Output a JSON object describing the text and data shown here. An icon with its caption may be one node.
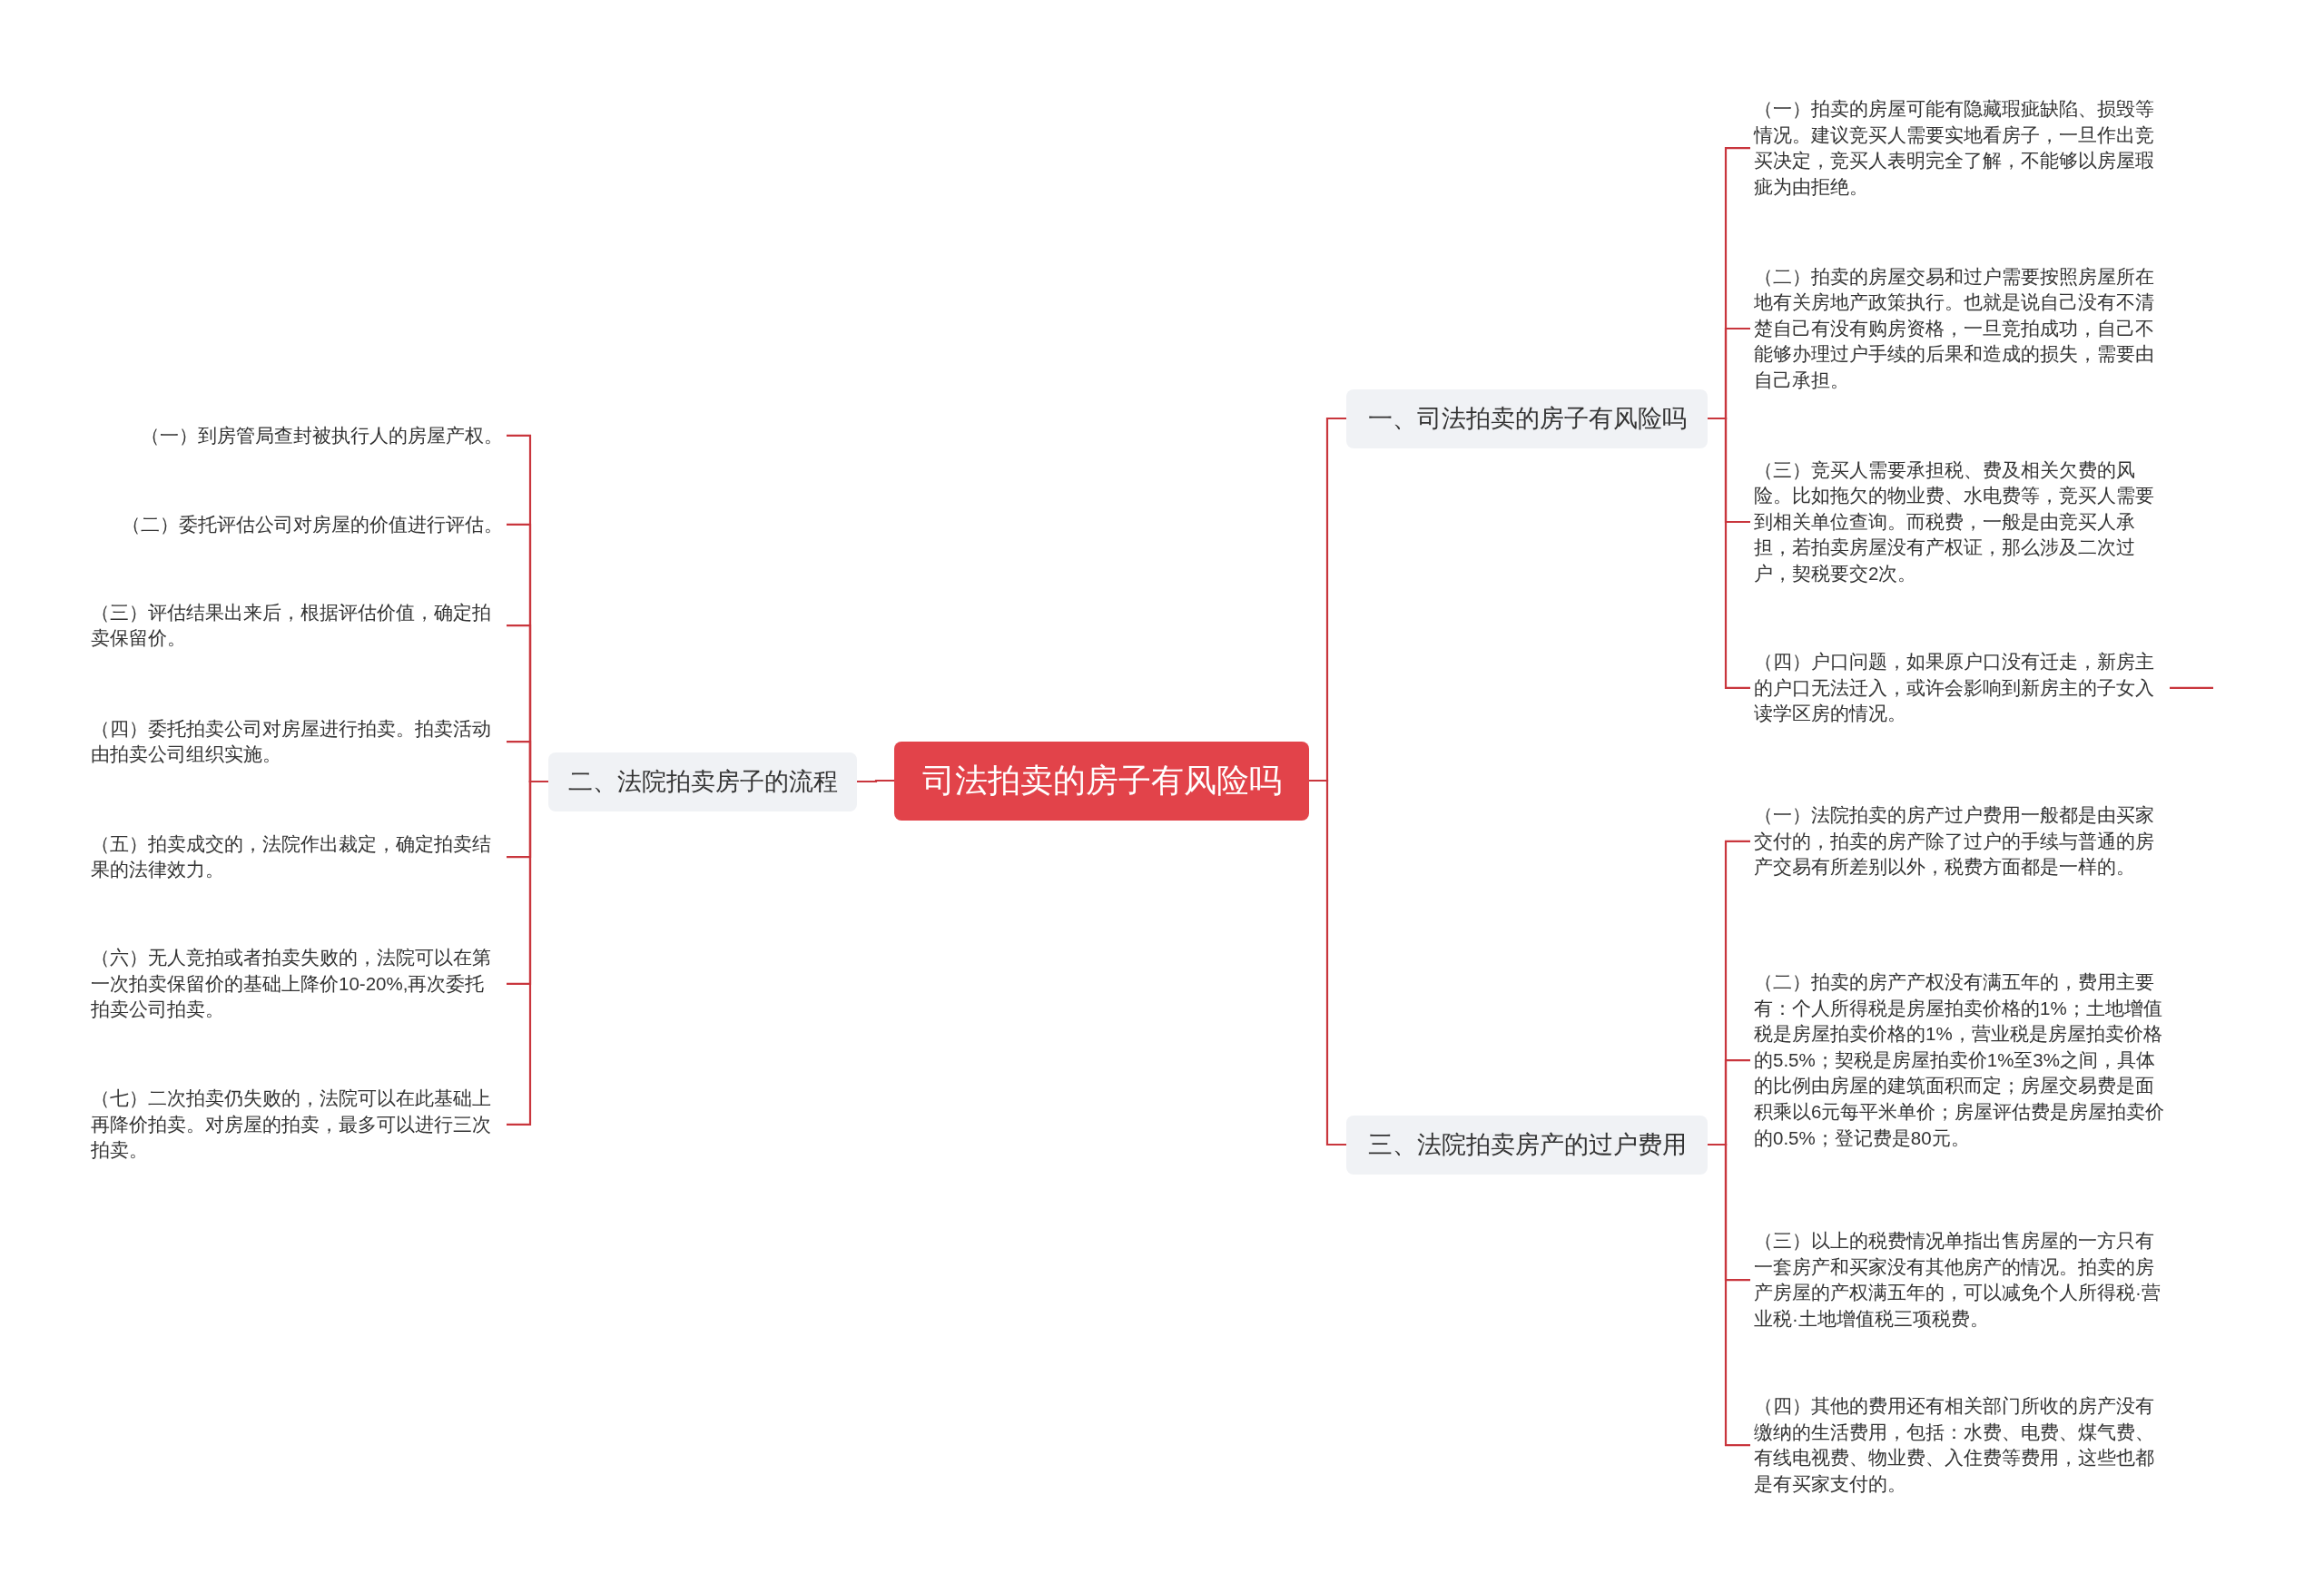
{
  "diagram": {
    "nodes": [
      {
        "text": [
          "司法拍卖的房子有风险吗"
        ]
      },
      {
        "text": [
          "一、司法拍卖的房子有风险吗"
        ]
      },
      {
        "text": [
          "（一）拍卖的房屋可能有隐藏瑕疵缺陷、损毁等情况。建议竞买人需要实地看房子，一旦作出竞买决定，竞买人表明完全了解，不能够以房屋瑕疵为由拒绝。"
        ]
      },
      {
        "text": [
          "（二）拍卖的房屋交易和过户需要按照房屋所在地有关房地产政策执行。也就是说自己没有不清楚自己有没有购房资格，一旦竞拍成功，自己不能够办理过户手续的后果和造成的损失，需要由自己承担。"
        ]
      },
      {
        "text": [
          "（三）竞买人需要承担税、费及相关欠费的风险。比如拖欠的物业费、水电费等，竞买人需要到相关单位查询。而税费，一般是由竞买人承担，若拍卖房屋没有产权证，那么涉及二次过户，契税要交2次。"
        ]
      },
      {
        "text": [
          "（四）户口问题，如果原户口没有迁走，新房主的户口无法迁入，或许会影响到新房主的子女入读学区房的情况。"
        ]
      },
      {
        "text": [
          "二、法院拍卖房子的流程"
        ]
      },
      {
        "text": [
          "（一）到房管局查封被执行人的房屋产权。"
        ]
      },
      {
        "text": [
          "（二）委托评估公司对房屋的价值进行评估。"
        ]
      },
      {
        "text": [
          "（三）评估结果出来后，根据评估价值，确定拍卖保留价。"
        ]
      },
      {
        "text": [
          "（四）委托拍卖公司对房屋进行拍卖。拍卖活动由拍卖公司组织实施。"
        ]
      },
      {
        "text": [
          "（五）拍卖成交的，法院作出裁定，确定拍卖结果的法律效力。"
        ]
      },
      {
        "text": [
          "（六）无人竞拍或者拍卖失败的，法院可以在第一次拍卖保留价的基础上降价10-20%,再次委托拍卖公司拍卖。"
        ]
      },
      {
        "text": [
          "（七）二次拍卖仍失败的，法院可以在此基础上再降价拍卖。对房屋的拍卖，最多可以进行三次拍卖。"
        ]
      },
      {
        "text": [
          "三、法院拍卖房产的过户费用"
        ]
      },
      {
        "text": [
          "（一）法院拍卖的房产过户费用一般都是由买家交付的，拍卖的房产除了过户的手续与普通的房产交易有所差别以外，税费方面都是一样的。"
        ]
      },
      {
        "text": [
          "（二）拍卖的房产产权没有满五年的，费用主要有：个人所得税是房屋拍卖价格的1%；土地增值税是房屋拍卖价格的1%，营业税是房屋拍卖价格的5.5%；契税是房屋拍卖价1%至3%之间，具体的比例由房屋的建筑面积而定；房屋交易费是面积乘以6元每平米单价；房屋评估费是房屋拍卖价的0.5%；登记费是80元。"
        ]
      },
      {
        "text": [
          "（三）以上的税费情况单指出售房屋的一方只有一套房产和买家没有其他房产的情况。拍卖的房产房屋的产权满五年的，可以减免个人所得税·营业税·土地增值税三项税费。"
        ]
      },
      {
        "text": [
          "（四）其他的费用还有相关部门所收的房产没有缴纳的生活费用，包括：水费、电费、煤气费、有线电视费、物业费、入住费等费用，这些也都是有买家支付的。"
        ]
      }
    ],
    "edges": [
      {
        "from": 0,
        "to": 1,
        "arrow": "none"
      },
      {
        "from": 1,
        "to": 2,
        "arrow": "none"
      },
      {
        "from": 1,
        "to": 3,
        "arrow": "none"
      },
      {
        "from": 1,
        "to": 4,
        "arrow": "none"
      },
      {
        "from": 1,
        "to": 5,
        "arrow": "none"
      },
      {
        "from": 5,
        "to": null,
        "arrow": "none"
      },
      {
        "from": 0,
        "to": 6,
        "arrow": "none"
      },
      {
        "from": 6,
        "to": 7,
        "arrow": "none"
      },
      {
        "from": 6,
        "to": 8,
        "arrow": "none"
      },
      {
        "from": 6,
        "to": 9,
        "arrow": "none"
      },
      {
        "from": 6,
        "to": 10,
        "arrow": "none"
      },
      {
        "from": 6,
        "to": 11,
        "arrow": "none"
      },
      {
        "from": 6,
        "to": 12,
        "arrow": "none"
      },
      {
        "from": 6,
        "to": 13,
        "arrow": "none"
      },
      {
        "from": 0,
        "to": 14,
        "arrow": "none"
      },
      {
        "from": 14,
        "to": 15,
        "arrow": "none"
      },
      {
        "from": 14,
        "to": 16,
        "arrow": "none"
      },
      {
        "from": 14,
        "to": 17,
        "arrow": "none"
      },
      {
        "from": 14,
        "to": 18,
        "arrow": "none"
      }
    ]
  }
}
